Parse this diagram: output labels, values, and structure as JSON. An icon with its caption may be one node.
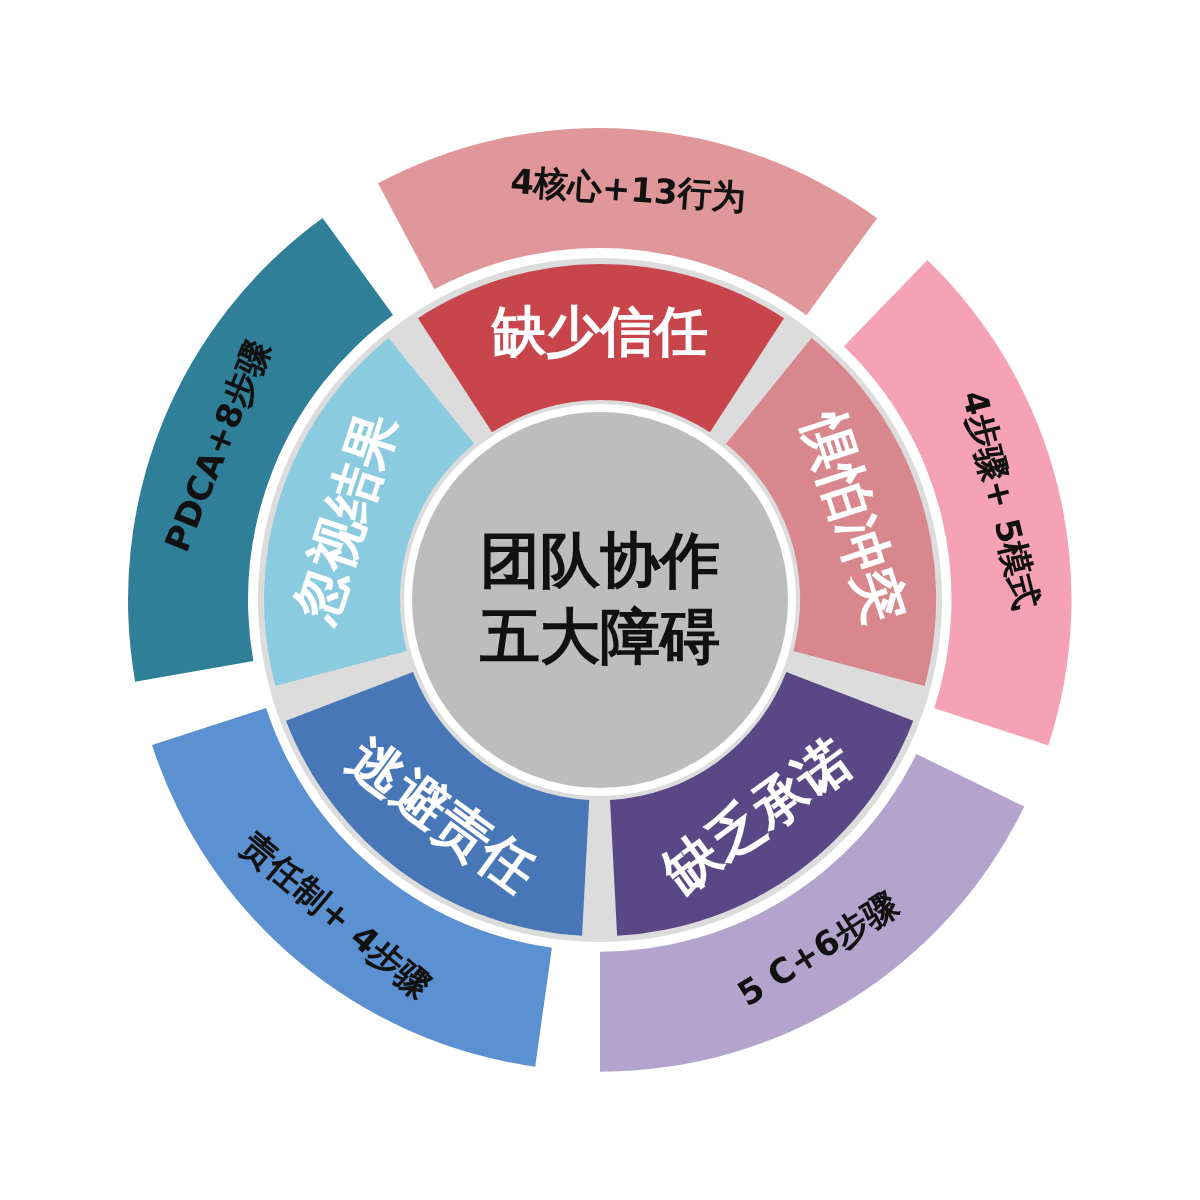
{
  "diagram": {
    "nodes": [
      {
        "text": [
          "团队协作五大障碍"
        ]
      },
      {
        "text": [
          "缺少信任"
        ]
      },
      {
        "text": [
          "惧怕冲突"
        ]
      },
      {
        "text": [
          "缺乏承诺"
        ]
      },
      {
        "text": [
          "逃避责任"
        ]
      },
      {
        "text": [
          "忽视结果"
        ]
      },
      {
        "text": [
          "4核心+13行为"
        ]
      },
      {
        "text": [
          "4步骤+ 5模式"
        ]
      },
      {
        "text": [
          "5 C+6步骤"
        ]
      },
      {
        "text": [
          "责任制+ 4步骤"
        ]
      },
      {
        "text": [
          "PDCA+8步骤"
        ]
      }
    ]
  }
}
